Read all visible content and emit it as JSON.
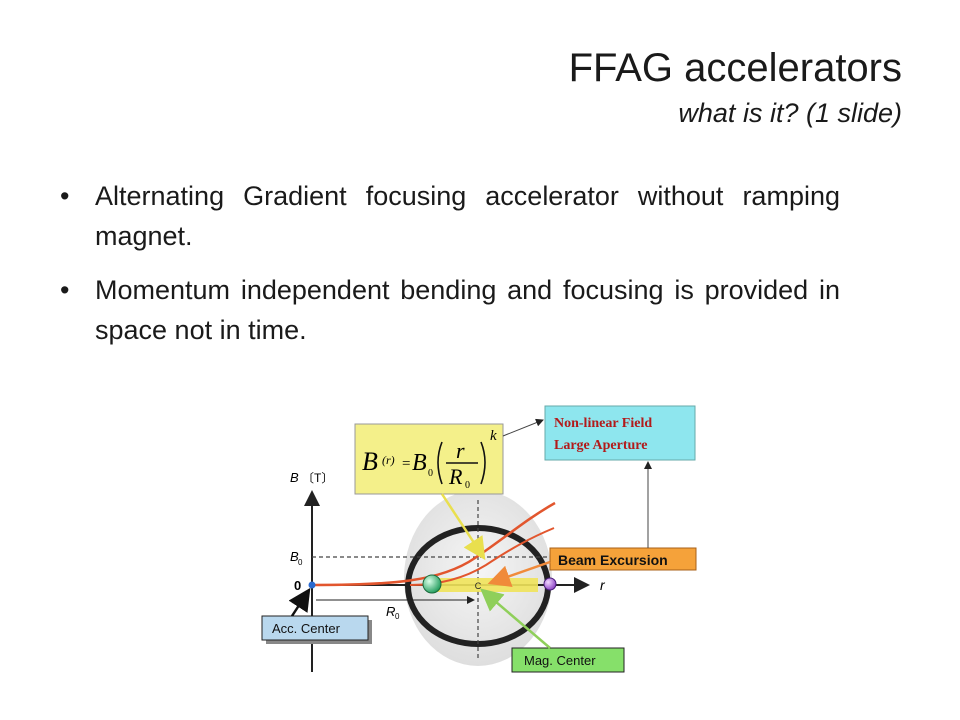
{
  "slide": {
    "title": "FFAG accelerators",
    "subtitle": "what is it? (1 slide)",
    "bullets": [
      {
        "text": "Alternating Gradient focusing accelerator without ramping magnet."
      },
      {
        "text": "Momentum independent bending and focusing is provided in space not in time."
      }
    ],
    "bullet_glyph": "•"
  },
  "diagram": {
    "formula": {
      "B": "B",
      "r": "(r)",
      "eq": "=",
      "B0": "B",
      "B0_sub": "0",
      "num": "r",
      "den": "R",
      "den_sub": "0",
      "exp": "k"
    },
    "axis": {
      "y_label": "B",
      "y_unit": "〔T〕",
      "x_label": "r",
      "origin": "0",
      "b0_tick": "B",
      "b0_sub": "0",
      "r0_label": "R",
      "r0_sub": "0"
    },
    "labels": {
      "nonlinear_line1": "Non-linear Field",
      "nonlinear_line2": "Large Aperture",
      "beam_excursion": "Beam Excursion",
      "acc_center": "Acc. Center",
      "mag_center": "Mag. Center",
      "c_mark": "C"
    },
    "colors": {
      "formula_box": "#f4f08a",
      "nonlinear_box": "#8ee6ee",
      "nonlinear_text": "#b21a1a",
      "beam_box": "#f5a23a",
      "acc_box": "#b9d8ee",
      "mag_box": "#86e06a",
      "curve": "#e2562e",
      "beam_band": "#efe35a",
      "ring": "#222222"
    }
  }
}
